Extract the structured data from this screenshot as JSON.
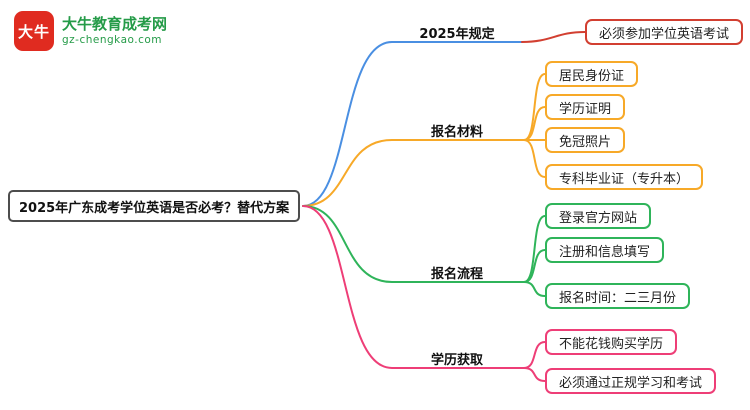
{
  "logo": {
    "badge_text": "大牛",
    "site_name": "大牛教育成考网",
    "site_url": "gz-chengkao.com"
  },
  "root": {
    "title": "2025年广东成考学位英语是否必考？替代方案"
  },
  "branches": [
    {
      "label": "2025年规定",
      "color": "#4a8fe2",
      "children": [
        {
          "text": "必须参加学位英语考试",
          "color": "#d23f31"
        }
      ]
    },
    {
      "label": "报名材料",
      "color": "#f7a928",
      "children": [
        {
          "text": "居民身份证",
          "color": "#f7a928"
        },
        {
          "text": "学历证明",
          "color": "#f7a928"
        },
        {
          "text": "免冠照片",
          "color": "#f7a928"
        },
        {
          "text": "专科毕业证（专升本）",
          "color": "#f7a928"
        }
      ]
    },
    {
      "label": "报名流程",
      "color": "#2fb45a",
      "children": [
        {
          "text": "登录官方网站",
          "color": "#2fb45a"
        },
        {
          "text": "注册和信息填写",
          "color": "#2fb45a"
        },
        {
          "text": "报名时间：二三月份",
          "color": "#2fb45a"
        }
      ]
    },
    {
      "label": "学历获取",
      "color": "#ee3e77",
      "children": [
        {
          "text": "不能花钱购买学历",
          "color": "#ee3e77"
        },
        {
          "text": "必须通过正规学习和考试",
          "color": "#ee3e77"
        }
      ]
    }
  ],
  "colors": {
    "logo_red": "#e02b20",
    "logo_green": "#259b48",
    "root_border": "#4d4d4d"
  }
}
